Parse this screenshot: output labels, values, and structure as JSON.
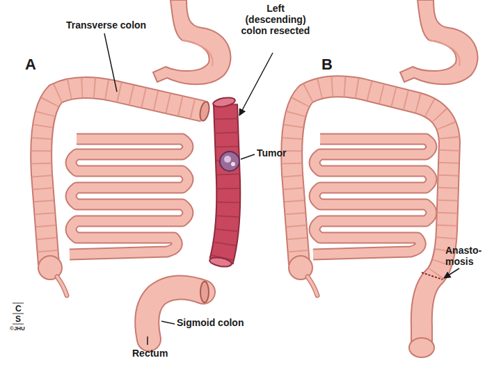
{
  "diagram": {
    "labels": [
      "Transverse colon",
      "Left (descending) colon resected",
      "A",
      "Tumor",
      "B",
      "Anasto- mosis",
      "Sigmoid colon",
      "Rectum",
      "C",
      "S",
      "©JHU"
    ]
  }
}
